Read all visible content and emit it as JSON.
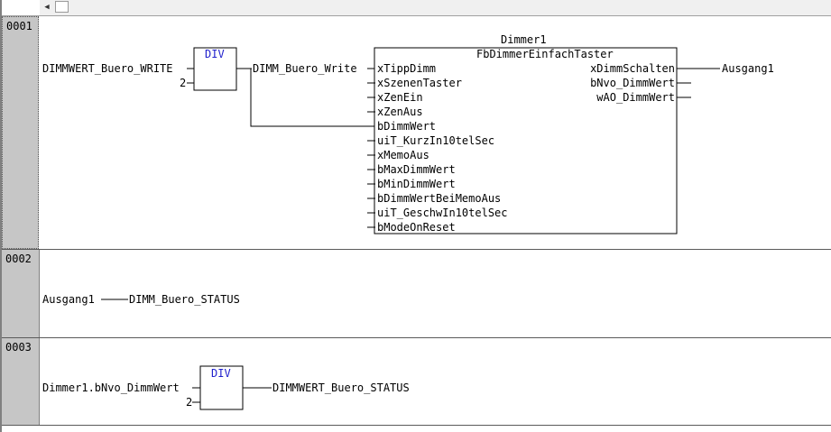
{
  "networks": [
    {
      "number": "0001",
      "div_block": {
        "name": "DIV",
        "in1": "DIMMWERT_Buero_WRITE",
        "in2": "2",
        "out": "DIMM_Buero_Write"
      },
      "fb": {
        "instance": "Dimmer1",
        "type": "FbDimmerEinfachTaster",
        "inputs": [
          "xTippDimm",
          "xSzenenTaster",
          "xZenEin",
          "xZenAus",
          "bDimmWert",
          "uiT_KurzIn10telSec",
          "xMemoAus",
          "bMaxDimmWert",
          "bMinDimmWert",
          "bDimmWertBeiMemoAus",
          "uiT_GeschwIn10telSec",
          "bModeOnReset"
        ],
        "outputs": [
          "xDimmSchalten",
          "bNvo_DimmWert",
          "wAO_DimmWert"
        ],
        "output_target": "Ausgang1"
      }
    },
    {
      "number": "0002",
      "assign": {
        "source": "Ausgang1",
        "target": "DIMM_Buero_STATUS"
      }
    },
    {
      "number": "0003",
      "div_block": {
        "name": "DIV",
        "in1": "Dimmer1.bNvo_DimmWert",
        "in2": "2",
        "out": "DIMMWERT_Buero_STATUS"
      }
    }
  ],
  "colors": {
    "keyword": "#1f1fcc",
    "gutter": "#c6c6c6"
  }
}
